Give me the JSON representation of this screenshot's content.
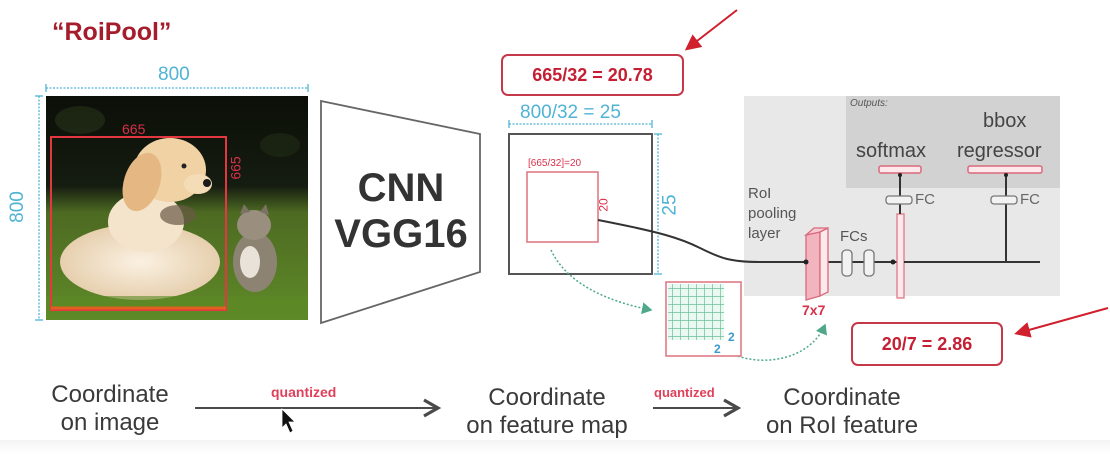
{
  "title": "“RoiPool”",
  "image_panel": {
    "width_label": "800",
    "height_label": "800",
    "roi_width_label": "665",
    "roi_height_label": "665",
    "content": "puppy and kitten on grass photo"
  },
  "cnn": {
    "line1": "CNN",
    "line2": "VGG16"
  },
  "callouts": {
    "top": "665/32 = 20.78",
    "bottom": "20/7 = 2.86"
  },
  "feature_map": {
    "width_label": "800/32 = 25",
    "height_label": "25",
    "roi_top_label": "[665/32]=20",
    "roi_side_label": "20"
  },
  "pooling_grid": {
    "cells": 7,
    "remainder_h": "2",
    "remainder_v": "2"
  },
  "network": {
    "roi_pool_label_lines": [
      "RoI",
      "pooling",
      "layer"
    ],
    "pool_size_label": "7x7",
    "fcs_label": "FCs",
    "outputs_label": "Outputs:",
    "softmax_label": "softmax",
    "bbox_label_line1": "bbox",
    "bbox_label_line2": "regressor",
    "fc_label_1": "FC",
    "fc_label_2": "FC"
  },
  "bottom_flow": {
    "step1_line1": "Coordinate",
    "step1_line2": "on image",
    "arrow1_label": "quantized",
    "step2_line1": "Coordinate",
    "step2_line2": "on feature map",
    "arrow2_label": "quantized",
    "step3_line1": "Coordinate",
    "step3_line2": "on RoI feature"
  },
  "colors": {
    "accent_red": "#c41f33",
    "dimension_blue": "#4fb3d4",
    "grid_teal": "#7fc9a8",
    "panel_grey": "#e6e6e6"
  }
}
